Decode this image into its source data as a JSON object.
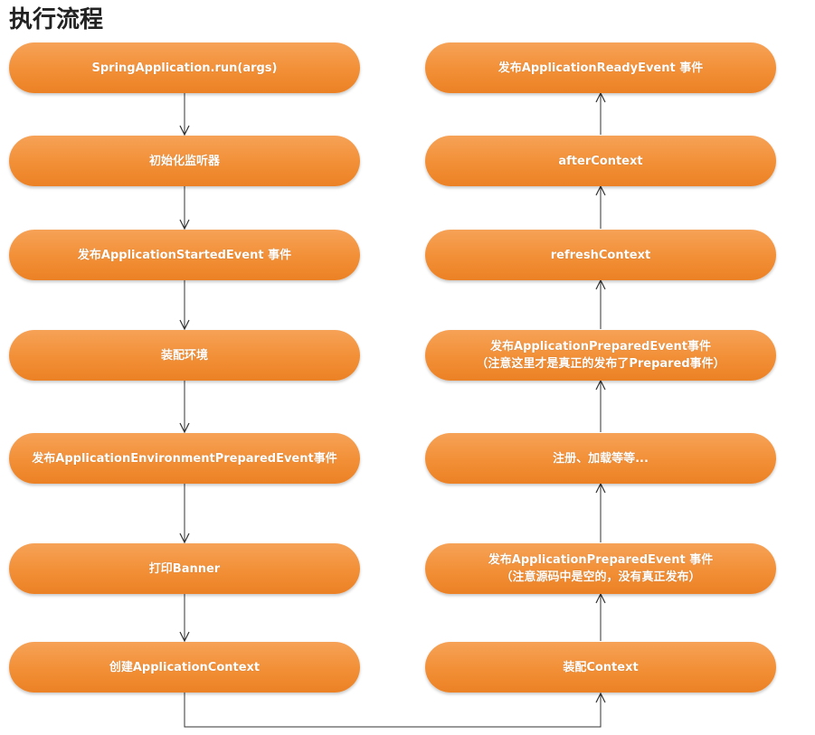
{
  "title": "执行流程",
  "colors": {
    "node_fill": "#f28f36",
    "node_text": "#ffffff",
    "connector": "#333333"
  },
  "left_column": [
    {
      "label": "SpringApplication.run(args)"
    },
    {
      "label": "初始化监听器"
    },
    {
      "label": "发布ApplicationStartedEvent 事件"
    },
    {
      "label": "装配环境"
    },
    {
      "label": "发布ApplicationEnvironmentPreparedEvent事件"
    },
    {
      "label": "打印Banner"
    },
    {
      "label": "创建ApplicationContext"
    }
  ],
  "right_column": [
    {
      "label": "发布ApplicationReadyEvent 事件"
    },
    {
      "label": "afterContext"
    },
    {
      "label": "refreshContext"
    },
    {
      "label": "发布ApplicationPreparedEvent事件",
      "note": "（注意这里才是真正的发布了Prepared事件）"
    },
    {
      "label": "注册、加载等等..."
    },
    {
      "label": "发布ApplicationPreparedEvent 事件",
      "note": "（注意源码中是空的，没有真正发布）"
    },
    {
      "label": "装配Context"
    }
  ]
}
